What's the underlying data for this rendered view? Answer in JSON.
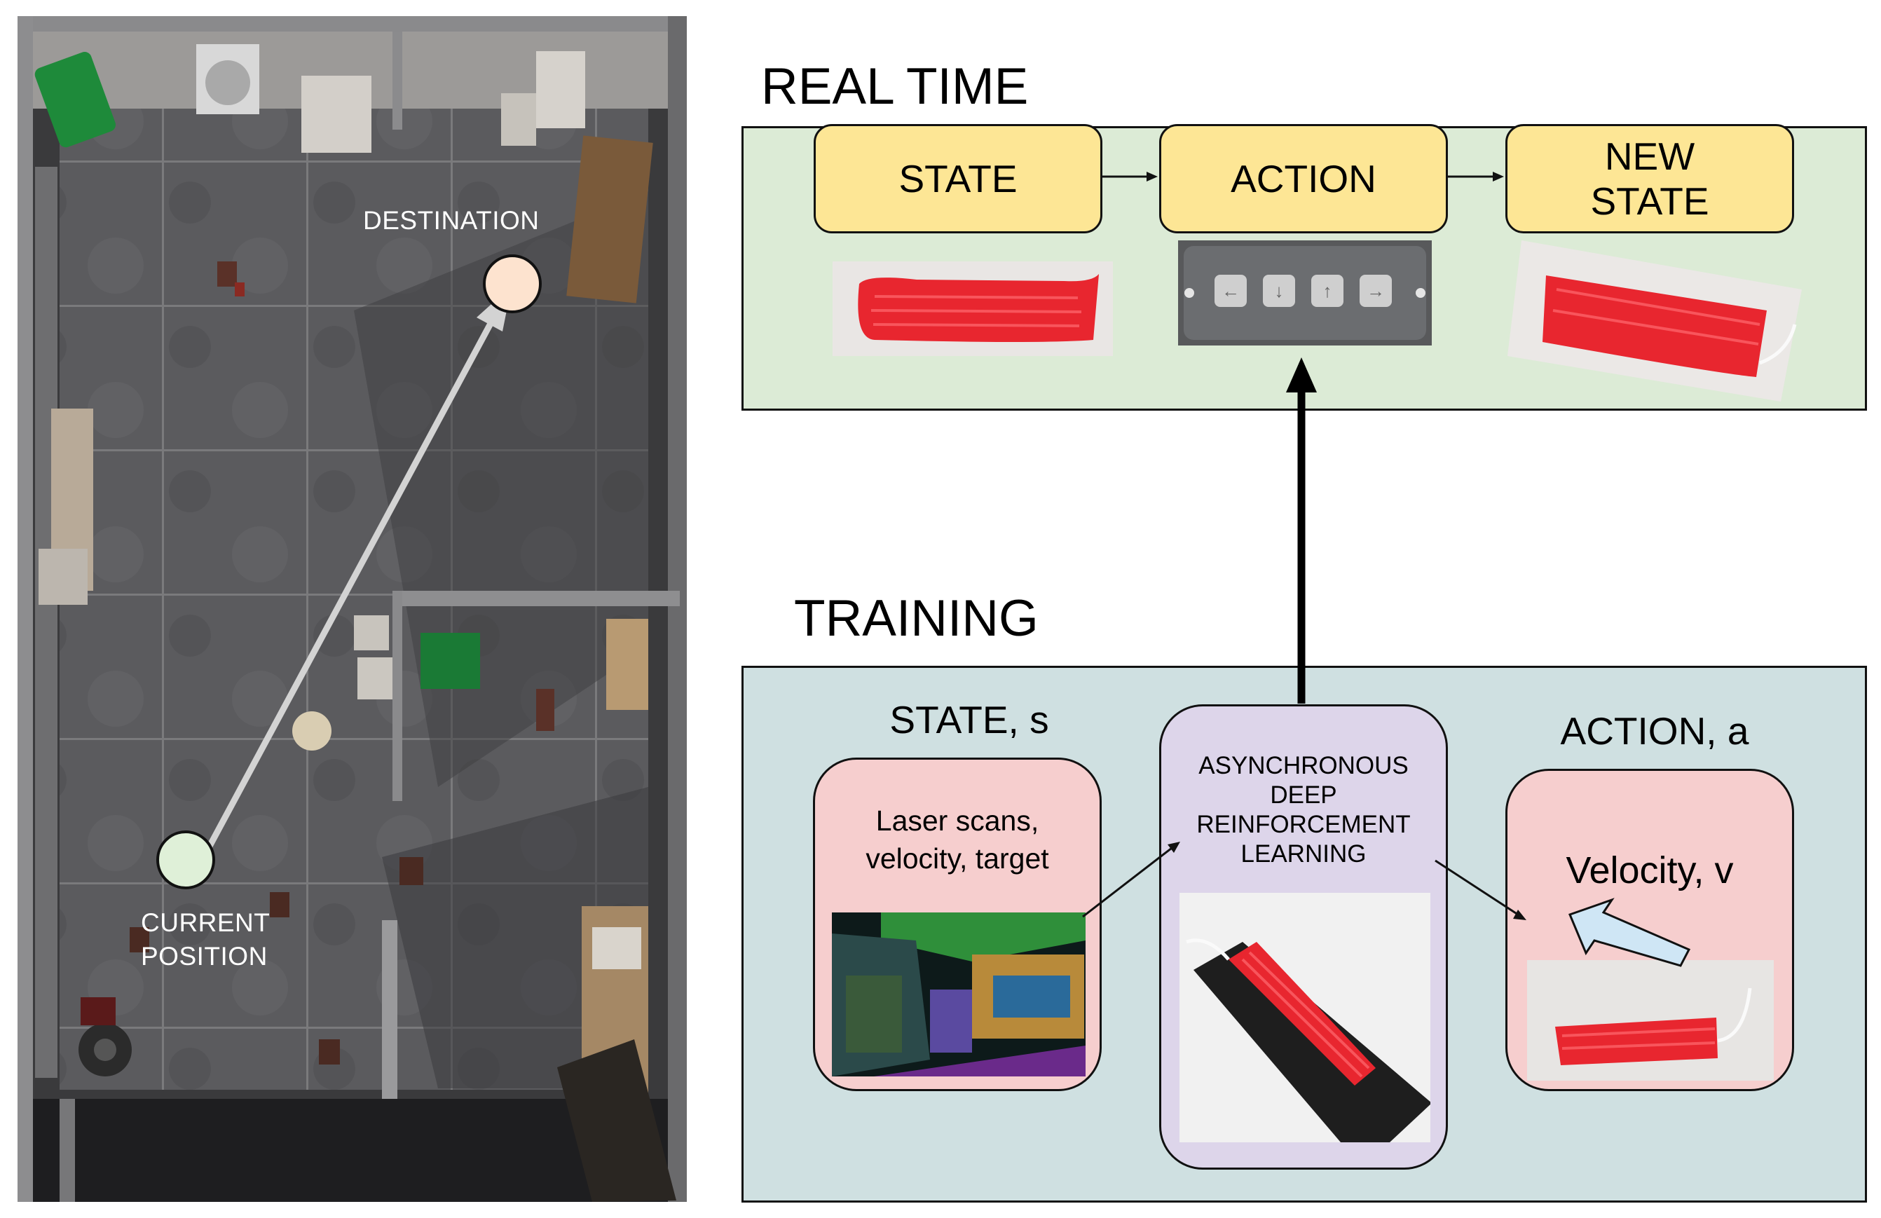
{
  "map": {
    "destination_label": "DESTINATION",
    "current_label_line1": "CURRENT",
    "current_label_line2": "POSITION"
  },
  "realtime": {
    "title": "REAL TIME",
    "state_label": "STATE",
    "action_label": "ACTION",
    "new_state_line1": "NEW",
    "new_state_line2": "STATE"
  },
  "training": {
    "title": "TRAINING",
    "state_title": "STATE, s",
    "state_text_line1": "Laser scans,",
    "state_text_line2": "velocity, target",
    "adrl_line1": "ASYNCHRONOUS",
    "adrl_line2": "DEEP",
    "adrl_line3": "REINFORCEMENT",
    "adrl_line4": "LEARNING",
    "action_title": "ACTION, a",
    "velocity_text": "Velocity, v"
  },
  "colors": {
    "realtime_panel": "#dcebd6",
    "training_panel": "#cfe0e1",
    "yellow_box": "#fde695",
    "pink_box": "#f6cece",
    "purple_box": "#ddd5ea",
    "destination_marker": "#fde3cf",
    "current_marker": "#dff0d8",
    "robot_red": "#e8262f",
    "velocity_arrow": "#cfe6f5"
  },
  "icons": {
    "keypad_buttons": [
      "arrow-left-icon",
      "arrow-down-icon",
      "arrow-up-icon",
      "arrow-right-icon"
    ]
  }
}
